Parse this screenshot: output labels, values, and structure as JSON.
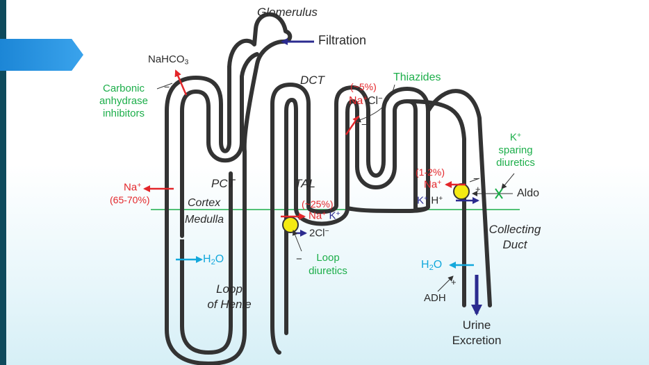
{
  "title": "Glomerulus",
  "filtration": "Filtration",
  "nahco3": {
    "main": "NaHCO",
    "sub": "3"
  },
  "carbonic": [
    "Carbonic",
    "anhydrase",
    "inhibitors"
  ],
  "na_left": {
    "main": "Na",
    "sup": "+"
  },
  "pct_pct": "(65-70%)",
  "pct": "PCT",
  "cortex": "Cortex",
  "medulla": "Medulla",
  "h2o_left": {
    "a": "H",
    "sub": "2",
    "b": "O"
  },
  "loop_henle": [
    "Loop",
    "of Henle"
  ],
  "dct": "DCT",
  "dct_pct": "(~5%)",
  "nacl": {
    "a": "Na",
    "sup1": "+",
    "b": "Cl",
    "sup2": "−"
  },
  "thiazides": "Thiazides",
  "tal": "TAL",
  "tal_pct": "(~25%)",
  "tal_na": {
    "a": "Na",
    "sup": "+"
  },
  "tal_k": {
    "a": "K",
    "sup": "+"
  },
  "tal_cl": {
    "a": "2Cl",
    "sup": "−"
  },
  "loop_diuretics": [
    "Loop",
    "diuretics"
  ],
  "k_sparing": {
    "k": "K",
    "sup": "+",
    "l2": "sparing",
    "l3": "diuretics"
  },
  "cd_pct": "(1-2%)",
  "cd_na": {
    "a": "Na",
    "sup": "+"
  },
  "cd_kh": {
    "k": "K",
    "sup1": "+",
    "h": "H",
    "sup2": "+"
  },
  "aldo": "Aldo",
  "collecting_duct": [
    "Collecting",
    "Duct"
  ],
  "h2o_right": {
    "a": "H",
    "sub": "2",
    "b": "O"
  },
  "adh": "ADH",
  "urine": [
    "Urine",
    "Excretion"
  ],
  "minus": "−",
  "plus": "+",
  "colors": {
    "tubule": "#333333",
    "red": "#e3262a",
    "green": "#1cae4a",
    "blue": "#2b2b8f",
    "cyan": "#13a8dc",
    "yellow": "#f4ea12"
  }
}
